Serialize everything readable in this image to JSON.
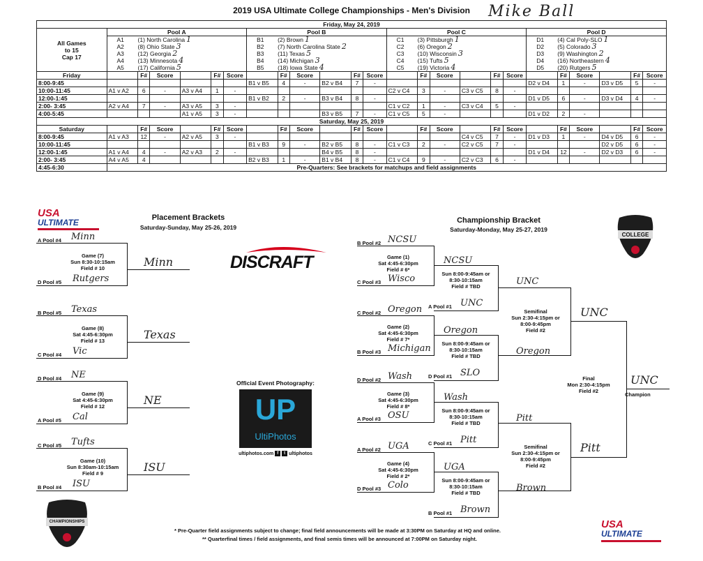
{
  "title": "2019 USA Ultimate College Championships - Men's Division",
  "handwritten_name": "Mike Ball",
  "friday_header": "Friday, May 24, 2019",
  "saturday_header": "Saturday, May 25, 2019",
  "all_games_note": [
    "All Games",
    "to 15",
    "Cap 17"
  ],
  "pools": [
    {
      "name": "Pool A",
      "teams": [
        {
          "seed": "A1",
          "team": "(1) North Carolina",
          "place": "1"
        },
        {
          "seed": "A2",
          "team": "(8) Ohio State",
          "place": "3"
        },
        {
          "seed": "A3",
          "team": "(12) Georgia",
          "place": "2"
        },
        {
          "seed": "A4",
          "team": "(13) Minnesota",
          "place": "4"
        },
        {
          "seed": "A5",
          "team": "(17) California",
          "place": "5"
        }
      ]
    },
    {
      "name": "Pool B",
      "teams": [
        {
          "seed": "B1",
          "team": "(2) Brown",
          "place": "1"
        },
        {
          "seed": "B2",
          "team": "(7) North Carolina State",
          "place": "2"
        },
        {
          "seed": "B3",
          "team": "(11) Texas",
          "place": "5"
        },
        {
          "seed": "B4",
          "team": "(14) Michigan",
          "place": "3"
        },
        {
          "seed": "B5",
          "team": "(18) Iowa State",
          "place": "4"
        }
      ]
    },
    {
      "name": "Pool C",
      "teams": [
        {
          "seed": "C1",
          "team": "(3) Pittsburgh",
          "place": "1"
        },
        {
          "seed": "C2",
          "team": "(6) Oregon",
          "place": "2"
        },
        {
          "seed": "C3",
          "team": "(10) Wisconsin",
          "place": "3"
        },
        {
          "seed": "C4",
          "team": "(15) Tufts",
          "place": "5"
        },
        {
          "seed": "C5",
          "team": "(19) Victoria",
          "place": "4"
        }
      ]
    },
    {
      "name": "Pool D",
      "teams": [
        {
          "seed": "D1",
          "team": "(4) Cal Poly-SLO",
          "place": "1"
        },
        {
          "seed": "D2",
          "team": "(5) Colorado",
          "place": "3"
        },
        {
          "seed": "D3",
          "team": "(9) Washington",
          "place": "2"
        },
        {
          "seed": "D4",
          "team": "(16) Northeastern",
          "place": "4"
        },
        {
          "seed": "D5",
          "team": "(20) Rutgers",
          "place": "5"
        }
      ]
    }
  ],
  "col_headers": {
    "f": "F#",
    "score": "Score",
    "friday": "Friday",
    "saturday": "Saturday"
  },
  "friday_rows": [
    {
      "time": "8:00-9:45",
      "cells": [
        "",
        "",
        "",
        "",
        "",
        "",
        "B1 v B5",
        "4",
        "-",
        "B2 v B4",
        "7",
        "-",
        "",
        "",
        "",
        "",
        "",
        "",
        "D2 v D4",
        "1",
        "-",
        "D3 v D5",
        "5",
        "-"
      ]
    },
    {
      "time": "10:00-11:45",
      "cells": [
        "A1 v A2",
        "6",
        "-",
        "A3 v A4",
        "1",
        "-",
        "",
        "",
        "",
        "",
        "",
        "",
        "C2 v C4",
        "3",
        "-",
        "C3 v C5",
        "8",
        "-",
        "",
        "",
        "",
        "",
        "",
        ""
      ]
    },
    {
      "time": "12:00-1:45",
      "cells": [
        "",
        "",
        "",
        "",
        "",
        "",
        "B1 v B2",
        "2",
        "-",
        "B3 v B4",
        "8",
        "-",
        "",
        "",
        "",
        "",
        "",
        "",
        "D1 v D5",
        "6",
        "-",
        "D3 v D4",
        "4",
        "-"
      ]
    },
    {
      "time": "2:00- 3:45",
      "cells": [
        "A2 v A4",
        "7",
        "-",
        "A3 v A5",
        "3",
        "-",
        "",
        "",
        "",
        "",
        "",
        "",
        "C1 v C2",
        "1",
        "-",
        "C3 v C4",
        "5",
        "-",
        "",
        "",
        "",
        "",
        "",
        ""
      ]
    },
    {
      "time": "4:00-5:45",
      "cells": [
        "",
        "",
        "",
        "A1 v A5",
        "3",
        "-",
        "",
        "",
        "",
        "B3 v B5",
        "7",
        "-",
        "C1 v C5",
        "5",
        "-",
        "",
        "",
        "",
        "D1 v D2",
        "2",
        "-",
        "",
        "",
        ""
      ]
    }
  ],
  "saturday_rows": [
    {
      "time": "8:00-9:45",
      "cells": [
        "A1 v A3",
        "12",
        "-",
        "A2 v A5",
        "3",
        "-",
        "",
        "",
        "",
        "",
        "",
        "",
        "",
        "",
        "",
        "C4 v C5",
        "7",
        "-",
        "D1 v D3",
        "1",
        "-",
        "D4 v D5",
        "6",
        "-"
      ]
    },
    {
      "time": "10:00-11:45",
      "cells": [
        "",
        "",
        "",
        "",
        "",
        "",
        "B1 v B3",
        "9",
        "-",
        "B2 v B5",
        "8",
        "-",
        "C1 v C3",
        "2",
        "-",
        "C2 v C5",
        "7",
        "-",
        "",
        "",
        "",
        "D2 v D5",
        "6",
        "-"
      ]
    },
    {
      "time": "12:00-1:45",
      "cells": [
        "A1 v A4",
        "4",
        "-",
        "A2 v A3",
        "2",
        "-",
        "",
        "",
        "",
        "B4 v B5",
        "8",
        "-",
        "",
        "",
        "",
        "",
        "",
        "",
        "D1 v D4",
        "12",
        "-",
        "D2 v D3",
        "6",
        "-"
      ]
    },
    {
      "time": "2:00- 3:45",
      "cells": [
        "A4 v A5",
        "4",
        "",
        "",
        "",
        "",
        "B2 v B3",
        "1",
        "-",
        "B1 v B4",
        "8",
        "-",
        "C1 v C4",
        "9",
        "-",
        "C2 v C3",
        "6",
        "-",
        "",
        "",
        "",
        "",
        "",
        ""
      ]
    }
  ],
  "prequarters_time": "4:45-6:30",
  "prequarters_note": "Pre-Quarters: See brackets for matchups and field assignments",
  "placement": {
    "title": "Placement Brackets",
    "subtitle": "Saturday-Sunday, May 25-26, 2019",
    "games": [
      {
        "top_label": "A Pool #4",
        "top_team": "Minn",
        "info": [
          "Game (7)",
          "Sun 8:30-10:15am",
          "Field # 10"
        ],
        "bot_label": "D Pool #5",
        "bot_team": "Rutgers",
        "winner": "Minn"
      },
      {
        "top_label": "B Pool #5",
        "top_team": "Texas",
        "info": [
          "Game (8)",
          "Sat 4:45-6:30pm",
          "Field # 13"
        ],
        "bot_label": "C Pool #4",
        "bot_team": "Vic",
        "winner": "Texas"
      },
      {
        "top_label": "D Pool #4",
        "top_team": "NE",
        "info": [
          "Game (9)",
          "Sat 4:45-6:30pm",
          "Field # 12"
        ],
        "bot_label": "A Pool #5",
        "bot_team": "Cal",
        "winner": "NE"
      },
      {
        "top_label": "C Pool #5",
        "top_team": "Tufts",
        "info": [
          "Game (10)",
          "Sun 8:30am-10:15am",
          "Field # 9"
        ],
        "bot_label": "B Pool #4",
        "bot_team": "ISU",
        "winner": "ISU"
      }
    ]
  },
  "championship": {
    "title": "Championship Bracket",
    "subtitle": "Saturday-Monday, May 25-27, 2019",
    "prequarters": [
      {
        "top_label": "B Pool #2",
        "top_team": "NCSU",
        "info": [
          "Game (1)",
          "Sat 4:45-6:30pm",
          "Field # 6*"
        ],
        "bot_label": "C Pool #3",
        "bot_team": "Wisco",
        "winner": "NCSU"
      },
      {
        "top_label": "C Pool #2",
        "top_team": "Oregon",
        "info": [
          "Game (2)",
          "Sat 4:45-6:30pm",
          "Field # 7*"
        ],
        "bot_label": "B Pool #3",
        "bot_team": "Michigan",
        "winner": "Oregon"
      },
      {
        "top_label": "D Pool #2",
        "top_team": "Wash",
        "info": [
          "Game (3)",
          "Sat 4:45-6:30pm",
          "Field # 8*"
        ],
        "bot_label": "A Pool #3",
        "bot_team": "OSU",
        "winner": "Wash"
      },
      {
        "top_label": "A Pool #2",
        "top_team": "UGA",
        "info": [
          "Game (4)",
          "Sat 4:45-6:30pm",
          "Field # 2*"
        ],
        "bot_label": "D Pool #3",
        "bot_team": "Colo",
        "winner": "UGA"
      }
    ],
    "quarters": [
      {
        "info": [
          "Sun 8:00-9:45am or",
          "8:30-10:15am",
          "Field # TBD"
        ],
        "seed_label": "A Pool #1",
        "seed_team": "UNC",
        "winner": "UNC"
      },
      {
        "info": [
          "Sun 8:00-9:45am or",
          "8:30-10:15am",
          "Field # TBD"
        ],
        "seed_label": "D Pool #1",
        "seed_team": "SLO",
        "winner": "Oregon"
      },
      {
        "info": [
          "Sun 8:00-9:45am or",
          "8:30-10:15am",
          "Field # TBD"
        ],
        "seed_label": "C Pool #1",
        "seed_team": "Pitt",
        "winner": "Pitt"
      },
      {
        "info": [
          "Sun 8:00-9:45am or",
          "8:30-10:15am",
          "Field # TBD"
        ],
        "seed_label": "B Pool #1",
        "seed_team": "Brown",
        "winner": "Brown"
      }
    ],
    "semis": [
      {
        "info": [
          "Semifinal",
          "Sun 2:30-4:15pm or",
          "8:00-9:45pm",
          "Field #2"
        ],
        "winner": "UNC"
      },
      {
        "info": [
          "Semifinal",
          "Sun 2:30-4:15pm or",
          "8:00-9:45pm",
          "Field #2"
        ],
        "winner": "Pitt"
      }
    ],
    "final": {
      "info": [
        "Final",
        "Mon 2:30-4:15pm",
        "Field #2"
      ],
      "winner": "UNC",
      "champion_label": "Champion"
    }
  },
  "logos": {
    "usa_top": "USA",
    "ultimate": "ULTIMATE",
    "discraft": "DISCRAFT",
    "college": "COLLEGE",
    "championships": "CHAMPIONSHIPS",
    "up": "UP",
    "ultiphotos": "UltiPhotos"
  },
  "photo": {
    "heading": "Official Event Photography:",
    "site": "ultiphotos.com",
    "handle": "ultiphotos"
  },
  "footnotes": [
    "* Pre-Quarter field assignments subject to change; final field announcements will be made at 3:30PM on Saturday at HQ and online.",
    "** Quarterfinal times / field assignments, and final semis times will be announced at 7:00PM on Saturday night."
  ],
  "colors": {
    "usa_red": "#c8102e",
    "usa_blue": "#1c3f94",
    "discraft_red": "#d6001c",
    "up_blue": "#2aa7d8"
  }
}
